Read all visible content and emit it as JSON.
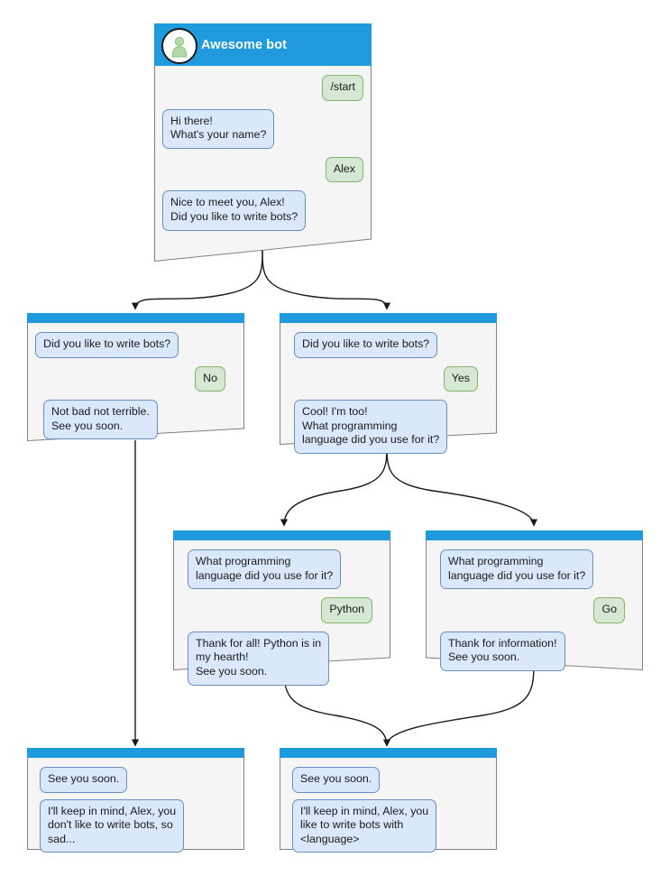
{
  "diagram": {
    "title": "Awesome bot conversation flow",
    "type": "flowchart",
    "colors": {
      "header_blue": "#1f9bdd",
      "bot_bubble_fill": "#dae8fc",
      "bot_bubble_stroke": "#6c8ebf",
      "user_bubble_fill": "#d5e8d4",
      "user_bubble_stroke": "#82b366",
      "card_fill": "#f5f5f5",
      "card_stroke": "#808080",
      "edge_stroke": "#1a1a1a",
      "avatar_figure": "#b3d9a8"
    }
  },
  "nodes": [
    {
      "id": "start",
      "has_title": true,
      "title": "Awesome bot",
      "avatar_icon": "user-avatar-icon",
      "messages": [
        {
          "from": "user",
          "text": "/start"
        },
        {
          "from": "bot",
          "text": "Hi there!\nWhat's your name?"
        },
        {
          "from": "user",
          "text": "Alex"
        },
        {
          "from": "bot",
          "text": "Nice to meet you, Alex!\nDid you like to write bots?"
        }
      ]
    },
    {
      "id": "answer-no",
      "has_title": false,
      "title": "",
      "messages": [
        {
          "from": "bot",
          "text": "Did you like to write bots?"
        },
        {
          "from": "user",
          "text": "No"
        },
        {
          "from": "bot",
          "text": "Not bad not terrible.\nSee you soon."
        }
      ]
    },
    {
      "id": "answer-yes",
      "has_title": false,
      "title": "",
      "messages": [
        {
          "from": "bot",
          "text": "Did you like to write bots?"
        },
        {
          "from": "user",
          "text": "Yes"
        },
        {
          "from": "bot",
          "text": "Cool! I'm too!\nWhat programming\nlanguage did you use for it?"
        }
      ]
    },
    {
      "id": "language-python",
      "has_title": false,
      "title": "",
      "messages": [
        {
          "from": "bot",
          "text": "What programming\nlanguage did you use for it?"
        },
        {
          "from": "user",
          "text": "Python"
        },
        {
          "from": "bot",
          "text": "Thank for all! Python is in\nmy hearth!\nSee you soon."
        }
      ]
    },
    {
      "id": "language-go",
      "has_title": false,
      "title": "",
      "messages": [
        {
          "from": "bot",
          "text": "What programming\nlanguage did you use for it?"
        },
        {
          "from": "user",
          "text": "Go"
        },
        {
          "from": "bot",
          "text": "Thank for information!\nSee you soon."
        }
      ]
    },
    {
      "id": "end-sad",
      "has_title": false,
      "title": "",
      "messages": [
        {
          "from": "bot",
          "text": "See you soon."
        },
        {
          "from": "bot",
          "text": "I'll keep in mind, Alex, you\ndon't like to write bots, so\nsad..."
        }
      ]
    },
    {
      "id": "end-happy",
      "has_title": false,
      "title": "",
      "messages": [
        {
          "from": "bot",
          "text": "See you soon."
        },
        {
          "from": "bot",
          "text": "I'll keep in mind, Alex, you\nlike to write bots with\n<language>"
        }
      ]
    }
  ],
  "edges": [
    {
      "from": "start",
      "to": "answer-no"
    },
    {
      "from": "start",
      "to": "answer-yes"
    },
    {
      "from": "answer-no",
      "to": "end-sad"
    },
    {
      "from": "answer-yes",
      "to": "language-python"
    },
    {
      "from": "answer-yes",
      "to": "language-go"
    },
    {
      "from": "language-python",
      "to": "end-happy"
    },
    {
      "from": "language-go",
      "to": "end-happy"
    }
  ]
}
